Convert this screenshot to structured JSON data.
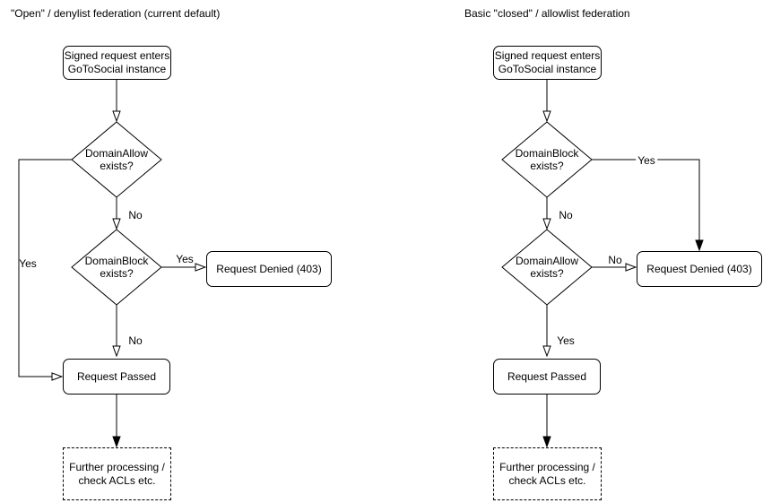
{
  "colors": {
    "stroke": "#000000",
    "background": "#ffffff",
    "text": "#000000"
  },
  "diagrams": [
    {
      "title": "\"Open\" / denylist federation (current default)",
      "nodes": {
        "start": "Signed request enters\nGoToSocial instance",
        "decision1": "DomainAllow\nexists?",
        "decision2": "DomainBlock\nexists?",
        "denied": "Request Denied (403)",
        "passed": "Request Passed",
        "further": "Further processing /\ncheck ACLs etc."
      },
      "edge_labels": {
        "decision1_down": "No",
        "decision1_branch": "Yes",
        "decision2_side": "Yes",
        "decision2_down": "No"
      }
    },
    {
      "title": "Basic \"closed\" / allowlist federation",
      "nodes": {
        "start": "Signed request enters\nGoToSocial instance",
        "decision1": "DomainBlock\nexists?",
        "decision2": "DomainAllow\nexists?",
        "denied": "Request Denied (403)",
        "passed": "Request Passed",
        "further": "Further processing /\ncheck ACLs etc."
      },
      "edge_labels": {
        "decision1_down": "No",
        "decision1_branch": "Yes",
        "decision2_side": "No",
        "decision2_down": "Yes"
      }
    }
  ]
}
